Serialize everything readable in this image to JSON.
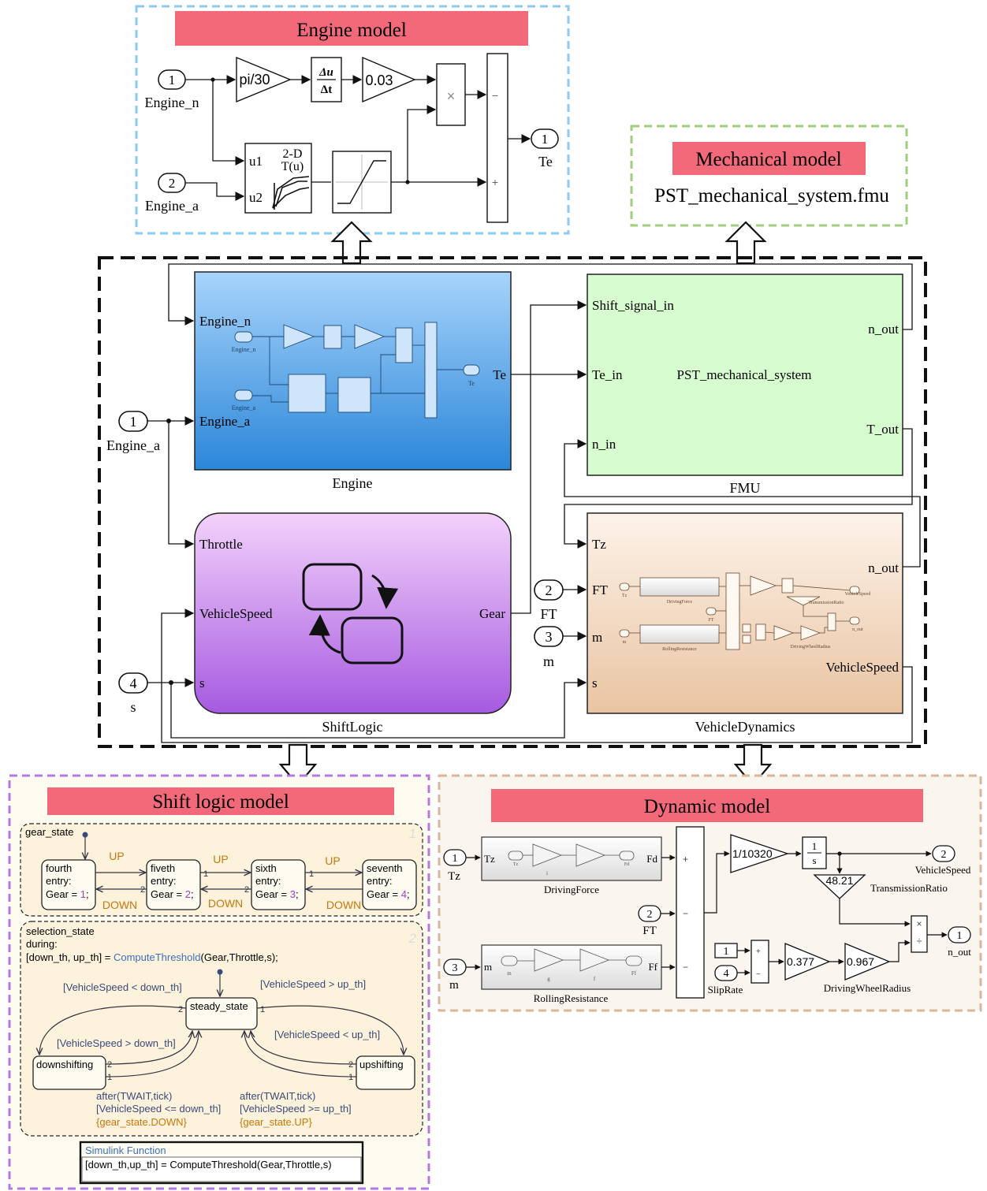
{
  "engine_model": {
    "title": "Engine model",
    "in1_num": "1",
    "in1_label": "Engine_n",
    "in2_num": "2",
    "in2_label": "Engine_a",
    "gain1": "pi/30",
    "deriv_top": "Δu",
    "deriv_bottom": "Δt",
    "gain2": "0.03",
    "lookup_title1": "2-D",
    "lookup_title2": "T(u)",
    "lookup_u1": "u1",
    "lookup_u2": "u2",
    "out_num": "1",
    "out_label": "Te",
    "sum_minus": "−",
    "sum_plus": "+",
    "mult": "×"
  },
  "mechanical_model": {
    "title": "Mechanical model",
    "file": "PST_mechanical_system.fmu"
  },
  "top_level": {
    "in_engine_a_num": "1",
    "in_engine_a_label": "Engine_a",
    "in_s_num": "4",
    "in_s_label": "s",
    "in_ft_num": "2",
    "in_ft_label": "FT",
    "in_m_num": "3",
    "in_m_label": "m",
    "engine_block": {
      "port_n": "Engine_n",
      "port_a": "Engine_a",
      "port_out": "Te",
      "name": "Engine",
      "mini_in1": "Engine_n",
      "mini_in2": "Engine_a",
      "mini_out": "Te"
    },
    "fmu_block": {
      "in_shift": "Shift_signal_in",
      "in_te": "Te_in",
      "in_n": "n_in",
      "center": "PST_mechanical_system",
      "out_n": "n_out",
      "out_t": "T_out",
      "name": "FMU"
    },
    "shift_block": {
      "in_throttle": "Throttle",
      "in_speed": "VehicleSpeed",
      "in_s": "s",
      "out_gear": "Gear",
      "name": "ShiftLogic"
    },
    "vd_block": {
      "in_tz": "Tz",
      "in_ft": "FT",
      "in_m": "m",
      "in_s": "s",
      "out_n": "n_out",
      "out_speed": "VehicleSpeed",
      "name": "VehicleDynamics",
      "mini_drivingforce": "DrivingForce",
      "mini_rolling": "RollingResistance",
      "mini_trans": "TransmissionRatio",
      "mini_wheel": "DrivingWheelRadius",
      "mini_speed": "VehicleSpeed",
      "mini_nout": "n_out",
      "mini_tz": "Tz",
      "mini_ft": "FT",
      "mini_m": "m",
      "mini_fd": "Fd",
      "mini_ff": "Ff"
    }
  },
  "shift_logic_model": {
    "title": "Shift logic model",
    "gear_state": "gear_state",
    "gear_state_num": "1",
    "states": [
      {
        "name": "fourth",
        "entry": "entry:",
        "assign": "Gear = ",
        "val": "1",
        "end": ";"
      },
      {
        "name": "fiveth",
        "entry": "entry:",
        "assign": "Gear = ",
        "val": "2",
        "end": ";"
      },
      {
        "name": "sixth",
        "entry": "entry:",
        "assign": "Gear = ",
        "val": "3",
        "end": ";"
      },
      {
        "name": "seventh",
        "entry": "entry:",
        "assign": "Gear = ",
        "val": "4",
        "end": ";"
      }
    ],
    "up": "UP",
    "down": "DOWN",
    "t1": "1",
    "t2": "2",
    "selection_state": "selection_state",
    "selection_state_num": "2",
    "during": "during:",
    "during_expr_a": "[down_th, up_th] = ",
    "during_expr_fn": "ComputeThreshold",
    "during_expr_b": "(Gear,Throttle,s);",
    "steady_state": "steady_state",
    "downshifting": "downshifting",
    "upshifting": "upshifting",
    "cond_lt_down": "[VehicleSpeed < down_th]",
    "cond_gt_up": "[VehicleSpeed > up_th]",
    "cond_gt_down": "[VehicleSpeed > down_th]",
    "cond_lt_up": "[VehicleSpeed < up_th]",
    "after_left": "after(TWAIT,tick)",
    "cond_le_down": "[VehicleSpeed <= down_th]",
    "act_down": "{gear_state.DOWN}",
    "after_right": "after(TWAIT,tick)",
    "cond_ge_up": "[VehicleSpeed >= up_th]",
    "act_up": "{gear_state.UP}",
    "simulink_fn_title": "Simulink Function",
    "simulink_fn_sig": "[down_th,up_th] = ComputeThreshold(Gear,Throttle,s)"
  },
  "dynamic_model": {
    "title": "Dynamic model",
    "in_tz_num": "1",
    "in_tz": "Tz",
    "in_ft_num": "2",
    "in_ft": "FT",
    "in_m_num": "3",
    "in_m": "m",
    "drivingforce": "DrivingForce",
    "df_in": "Tz",
    "df_out": "Fd",
    "df_mini_in": "Tz",
    "df_mini_gain": "i",
    "df_mini_out": "Fd",
    "rolling": "RollingResistance",
    "rr_in": "m",
    "rr_out": "Ff",
    "rr_mini_in": "m",
    "rr_mini_g": "g",
    "rr_mini_f": "f",
    "rr_mini_out": "Ff",
    "gain_inv": "1/10320",
    "int_top": "1",
    "int_bottom": "s",
    "trans_gain": "48.21",
    "trans_label": "TransmissionRatio",
    "out_speed_num": "2",
    "out_speed": "VehicleSpeed",
    "out_nout_num": "1",
    "out_nout": "n_out",
    "const1": "1",
    "const4": "4",
    "sliprate": "SlipRate",
    "gain_377": "0.377",
    "gain_967": "0.967",
    "wheel_label": "DrivingWheelRadius",
    "sum_plus": "+",
    "sum_minus": "−"
  },
  "colors": {
    "engine_title_bg": "#f2697a",
    "engine_border": "#8ec9f0",
    "mech_border": "#9fcf7e",
    "shift_border": "#b678e0",
    "dyn_border": "#d9b79a",
    "engine_block_top": "#a8d4fb",
    "engine_block_bottom": "#2b86d8",
    "fmu_fill": "#d6fcd0",
    "shift_block_top": "#f3d2fb",
    "shift_block_bottom": "#a65ae0",
    "vd_top": "#fdf3ea",
    "vd_bottom": "#e9c4a2",
    "stateflow_bg": "#fdf2dc",
    "dyn_fill": "#fbf5f0"
  }
}
